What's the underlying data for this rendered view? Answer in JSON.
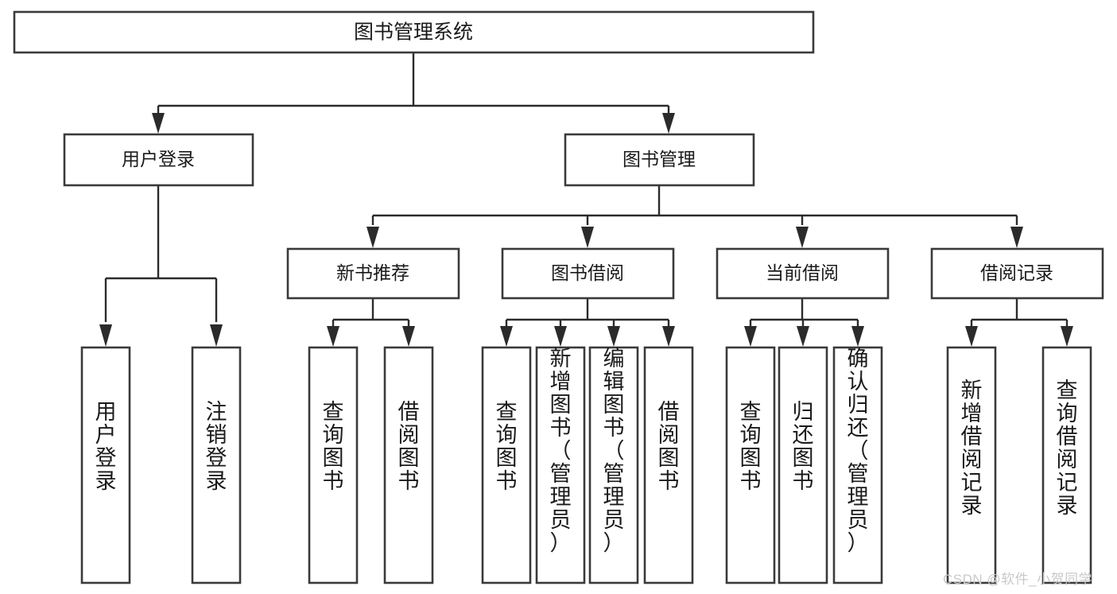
{
  "diagram": {
    "title_box": {
      "label": "图书管理系统"
    },
    "level2": [
      {
        "label": "用户登录"
      },
      {
        "label": "图书管理"
      }
    ],
    "level3": [
      {
        "label": "新书推荐"
      },
      {
        "label": "图书借阅"
      },
      {
        "label": "当前借阅"
      },
      {
        "label": "借阅记录"
      }
    ],
    "leaves": {
      "user_login": [
        {
          "label": "用户登录"
        },
        {
          "label": "注销登录"
        }
      ],
      "new_book_recommend": [
        {
          "label": "查询图书"
        },
        {
          "label": "借阅图书"
        }
      ],
      "book_borrow": [
        {
          "label": "查询图书"
        },
        {
          "label": "新增图书（管理员）"
        },
        {
          "label": "编辑图书（管理员）"
        },
        {
          "label": "借阅图书"
        }
      ],
      "current_borrow": [
        {
          "label": "查询图书"
        },
        {
          "label": "归还图书"
        },
        {
          "label": "确认归还（管理员）"
        }
      ],
      "borrow_record": [
        {
          "label": "新增借阅记录"
        },
        {
          "label": "查询借阅记录"
        }
      ]
    }
  },
  "watermark": {
    "text": "CSDN @软件_小贺同学"
  },
  "colors": {
    "box_stroke": "#3a3a3a",
    "connector": "#2b2b2b",
    "text": "#1a1a1a",
    "background": "#ffffff",
    "watermark": "#c9c9c9"
  }
}
